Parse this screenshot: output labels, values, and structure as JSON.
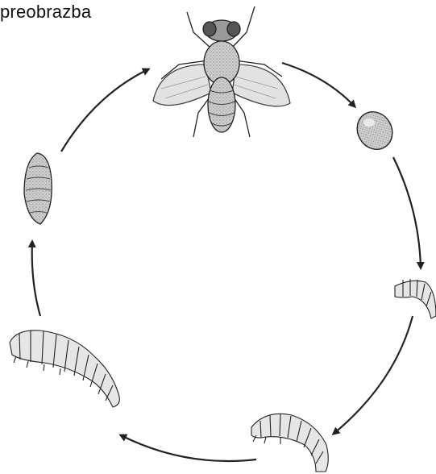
{
  "title": "preobrazba",
  "stages": [
    {
      "name": "adult-fly",
      "icon": "fly-icon"
    },
    {
      "name": "egg",
      "icon": "egg-icon"
    },
    {
      "name": "young-larva",
      "icon": "larva-icon"
    },
    {
      "name": "growing-larva",
      "icon": "larva-icon"
    },
    {
      "name": "mature-larva",
      "icon": "larva-icon"
    },
    {
      "name": "pupa",
      "icon": "pupa-icon"
    }
  ],
  "colors": {
    "line": "#222222",
    "body": "#bdbdbd",
    "wing": "#dcdcdc",
    "larva": "#e6e6e6"
  }
}
